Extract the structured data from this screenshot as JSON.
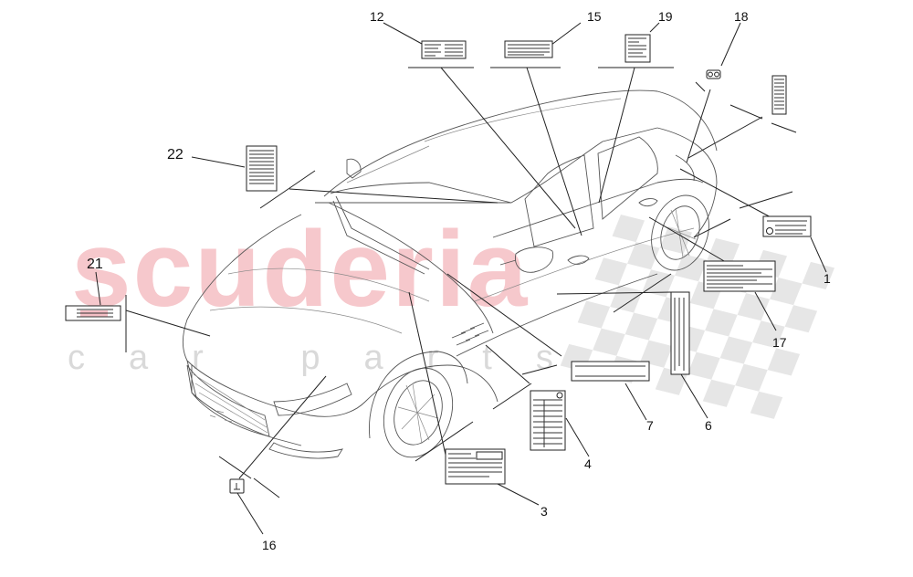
{
  "watermark": {
    "title": "scuderia",
    "subtitle": "car parts"
  },
  "colors": {
    "watermark_red": "#f6c8cc",
    "watermark_grey": "#d9d9d9",
    "checker": "#e6e6e6",
    "line": "#222222"
  },
  "callouts": [
    {
      "id": "1",
      "label": "1"
    },
    {
      "id": "3",
      "label": "3"
    },
    {
      "id": "4",
      "label": "4"
    },
    {
      "id": "6",
      "label": "6"
    },
    {
      "id": "7",
      "label": "7"
    },
    {
      "id": "12",
      "label": "12"
    },
    {
      "id": "15",
      "label": "15"
    },
    {
      "id": "16",
      "label": "16"
    },
    {
      "id": "17",
      "label": "17"
    },
    {
      "id": "18",
      "label": "18"
    },
    {
      "id": "19",
      "label": "19"
    },
    {
      "id": "21",
      "label": "21"
    },
    {
      "id": "22",
      "label": "22"
    }
  ]
}
